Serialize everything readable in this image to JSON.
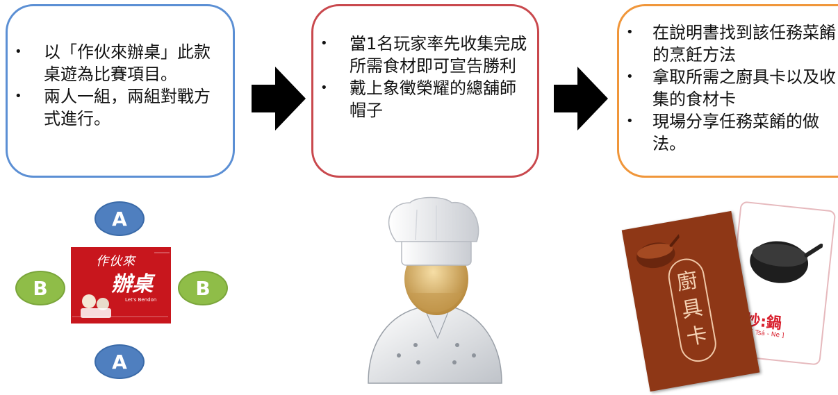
{
  "steps": [
    {
      "bullets": [
        "以「作伙來辦桌」此款桌遊為比賽項目。",
        "兩人一組，兩組對戰方式進行。"
      ]
    },
    {
      "bullets": [
        "當1名玩家率先收集完成所需食材即可宣告勝利",
        "戴上象徵榮耀的總舖師帽子"
      ]
    },
    {
      "bullets": [
        "在說明書找到該任務菜餚的烹飪方法",
        "拿取所需之廚具卡以及收集的食材卡",
        "現場分享任務菜餚的做法。"
      ]
    }
  ],
  "players": {
    "team_a": "A",
    "team_b": "B"
  },
  "game_logo": {
    "line1": "作伙來",
    "line2": "辦桌"
  },
  "card": {
    "front_text": "廚具卡",
    "back_text": "炒:鍋",
    "back_sub": "[ Tsá - Ne ]"
  },
  "colors": {
    "box1": "#5b8fd4",
    "box2": "#c9484d",
    "box3": "#f0963a",
    "team_a": "#4f7fbf",
    "team_b": "#8fbd48"
  },
  "icons": [
    "arrow-right-icon",
    "chef-icon",
    "wok-icon"
  ]
}
